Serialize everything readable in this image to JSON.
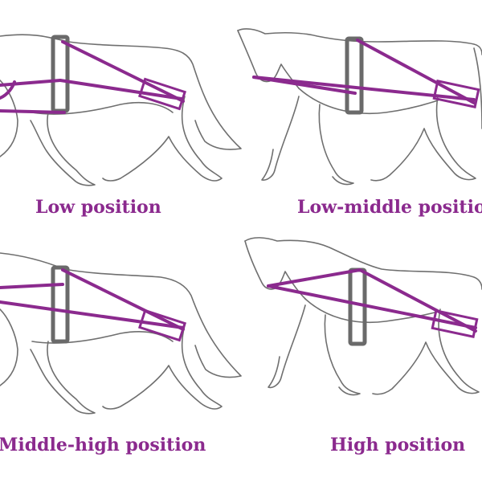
{
  "panels": [
    {
      "caption": "Low position"
    },
    {
      "caption": "Low-middle position"
    },
    {
      "caption": "Middle-high position"
    },
    {
      "caption": "High position"
    }
  ],
  "colors": {
    "outline": "#6f6f6f",
    "girth": "#6a6a6a",
    "rein": "#8b2a8e",
    "text": "#8b2a8e",
    "background": "#ffffff"
  }
}
